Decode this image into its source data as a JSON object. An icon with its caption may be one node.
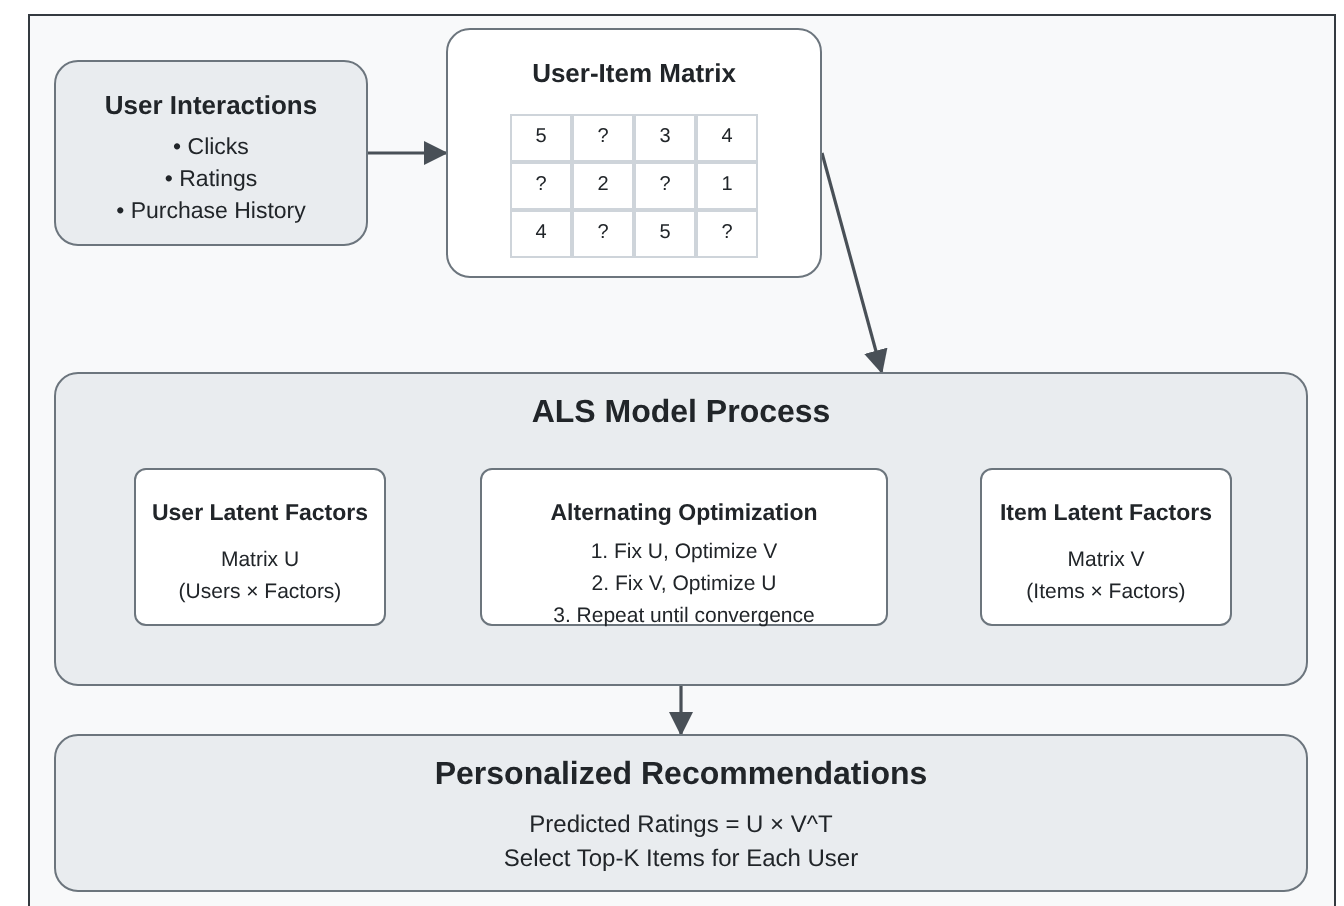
{
  "diagram": {
    "nodes": [
      {
        "text": [
          "User Interactions",
          "• Clicks",
          "• Ratings",
          "• Purchase History"
        ]
      },
      {
        "text": [
          "User-Item Matrix"
        ]
      },
      {
        "text": [
          "ALS Model Process"
        ]
      },
      {
        "text": [
          "User Latent Factors",
          "Matrix U",
          "(Users × Factors)"
        ],
        "in": 2
      },
      {
        "text": [
          "Alternating Optimization",
          "1. Fix U, Optimize V",
          "2. Fix V, Optimize U",
          "3. Repeat until convergence"
        ],
        "in": 2
      },
      {
        "text": [
          "Item Latent Factors",
          "Matrix V",
          "(Items × Factors)"
        ],
        "in": 2
      },
      {
        "text": [
          "Personalized Recommendations",
          "Predicted Ratings = U × V^T",
          "Select Top-K Items for Each User"
        ]
      }
    ],
    "edges": [
      {
        "from": 0,
        "to": 1,
        "arrow": "to"
      },
      {
        "from": 1,
        "to": 2,
        "arrow": "to"
      },
      {
        "from": 2,
        "to": 6,
        "arrow": "to"
      }
    ],
    "labels": [
      "5",
      "?",
      "3",
      "4",
      "?",
      "2",
      "?",
      "1",
      "4",
      "?",
      "5",
      "?"
    ]
  }
}
